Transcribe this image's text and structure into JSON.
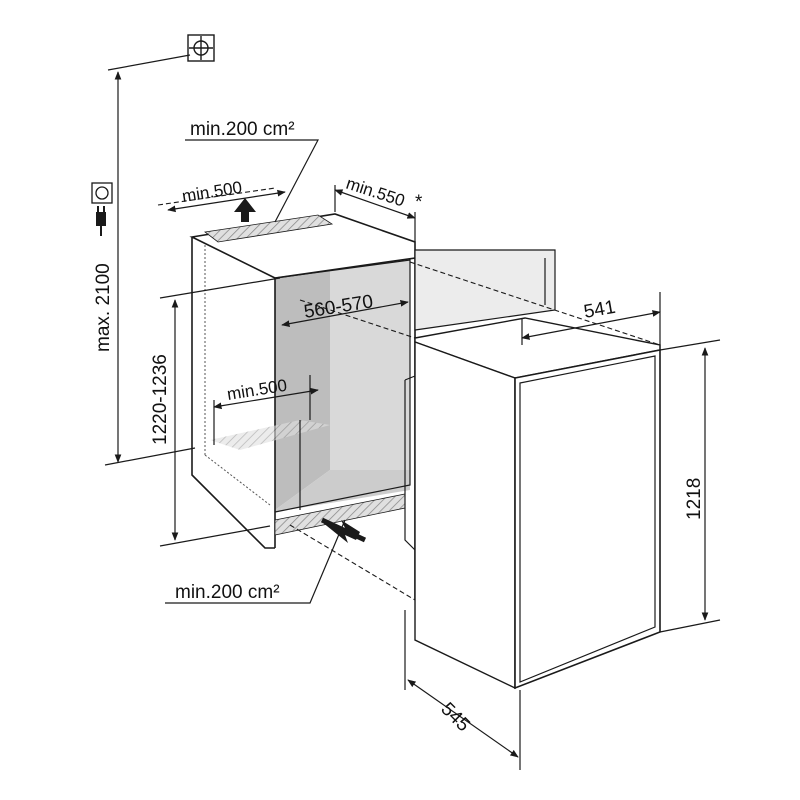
{
  "labels": {
    "max_height": "max. 2100",
    "niche_height": "1220-1236",
    "vent_top": "min.200 cm²",
    "vent_bottom": "min.200 cm²",
    "top_depth": "min.500",
    "top_width": "min.550",
    "top_width_note": "*",
    "inner_width": "560-570",
    "bottom_depth": "min.500",
    "appliance_width": "541",
    "appliance_height": "1218",
    "appliance_depth": "545"
  },
  "colors": {
    "line": "#1a1a1a",
    "niche_back": "#d4d4d4",
    "niche_side": "#b8b8b8",
    "niche_floor": "#c2c2c2",
    "appliance": "#ffffff",
    "door": "#e6e6e6"
  },
  "icons": [
    "ground-symbol-icon",
    "socket-icon",
    "plug-icon",
    "arrow-up-icon",
    "arrow-in-icon"
  ]
}
